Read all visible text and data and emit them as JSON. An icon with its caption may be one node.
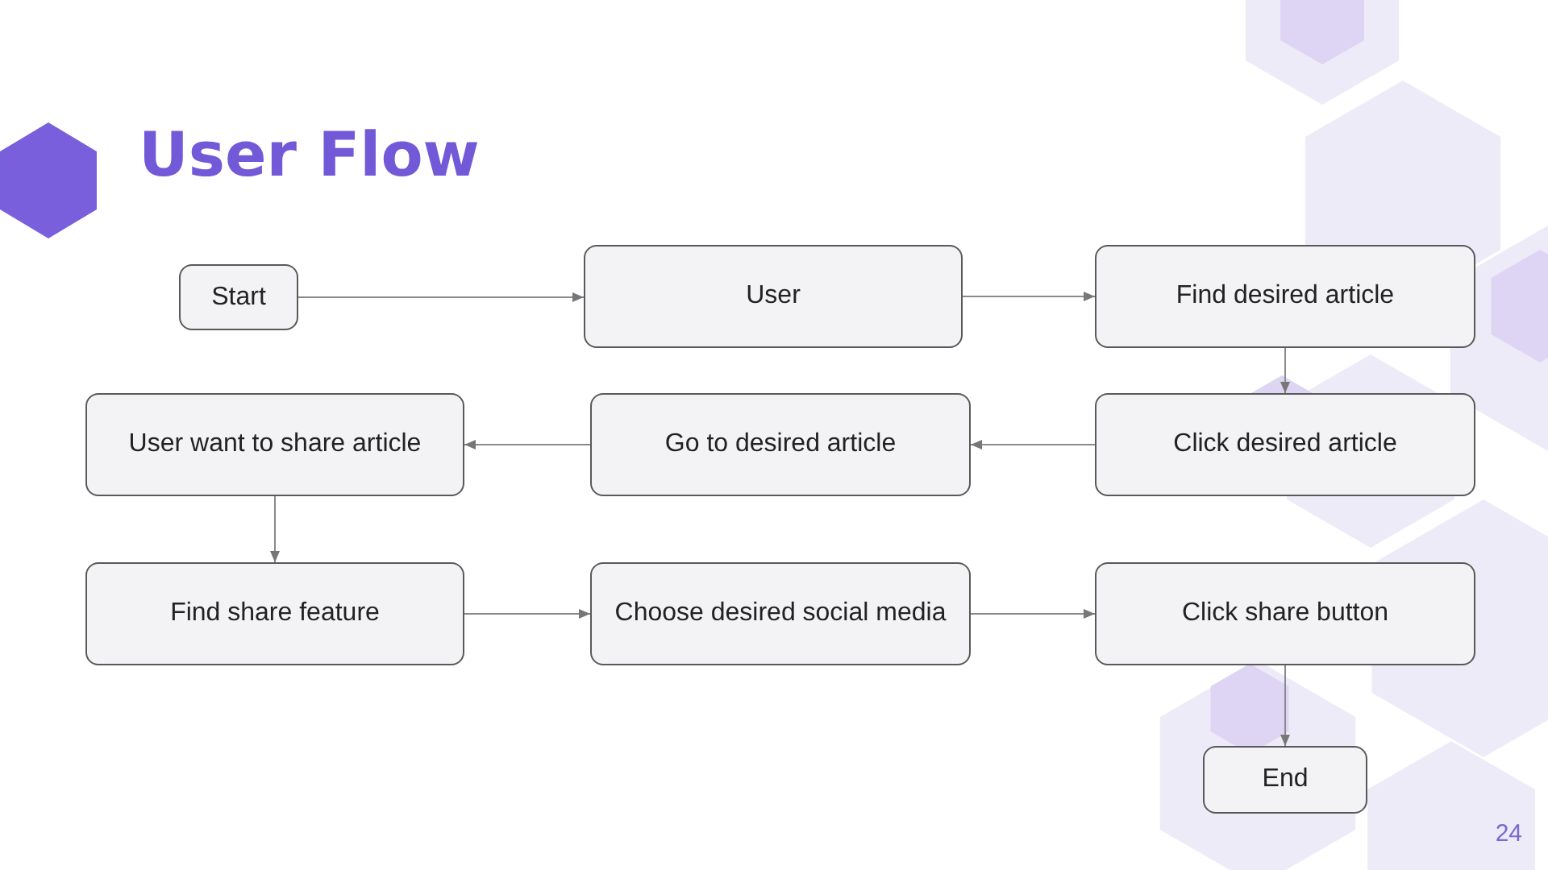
{
  "diagram": {
    "title": "User Flow",
    "nodes": [
      {
        "text": [
          "Start"
        ]
      },
      {
        "text": [
          "User"
        ]
      },
      {
        "text": [
          "Find desired article"
        ]
      },
      {
        "text": [
          "Click desired article"
        ]
      },
      {
        "text": [
          "Go to desired article"
        ]
      },
      {
        "text": [
          "User want to share article"
        ]
      },
      {
        "text": [
          "Find share feature"
        ]
      },
      {
        "text": [
          "Choose desired social media"
        ]
      },
      {
        "text": [
          "Click share button"
        ]
      },
      {
        "text": [
          "End"
        ]
      }
    ],
    "edges": [
      {
        "from": 0,
        "to": 1,
        "arrow": "to"
      },
      {
        "from": 1,
        "to": 2,
        "arrow": "to"
      },
      {
        "from": 2,
        "to": 3,
        "arrow": "to"
      },
      {
        "from": 3,
        "to": 4,
        "arrow": "to"
      },
      {
        "from": 4,
        "to": 5,
        "arrow": "to"
      },
      {
        "from": 5,
        "to": 6,
        "arrow": "to"
      },
      {
        "from": 6,
        "to": 7,
        "arrow": "to"
      },
      {
        "from": 7,
        "to": 8,
        "arrow": "to"
      },
      {
        "from": 8,
        "to": 9,
        "arrow": "to"
      }
    ],
    "labels": [
      "24"
    ]
  }
}
